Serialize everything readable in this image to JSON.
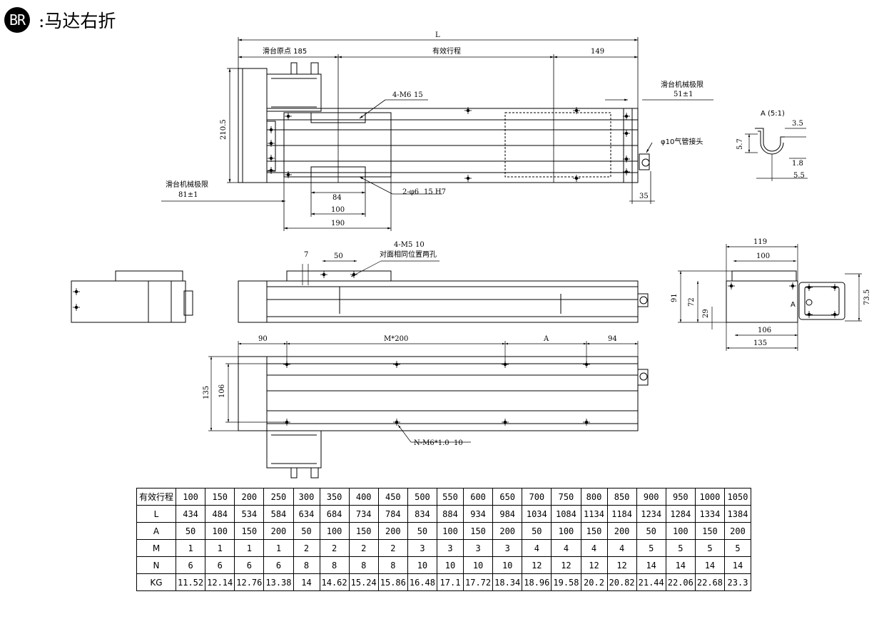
{
  "header": {
    "badge": "BR",
    "title": ":马达右折"
  },
  "top_view": {
    "overall_length": "L",
    "slide_origin": "滑台原点 185",
    "effective_stroke": "有效行程",
    "right_offset": "149",
    "mech_limit_right": "滑台机械极限",
    "mech_limit_right_value": "51±1",
    "height_dim": "210.5",
    "hole_spec_top": "4-M6",
    "hole_spec_top_depth": "15",
    "pin_spec": "2-φ6",
    "pin_spec_depth": "15 H7",
    "mech_limit_left": "滑台机械极限",
    "mech_limit_left_value": "81±1",
    "dim_84": "84",
    "dim_100": "100",
    "dim_190": "190",
    "dim_35": "35",
    "air_fitting": "φ10气管接头"
  },
  "detail_a": {
    "title": "A (5:1)",
    "dim_35": "3.5",
    "dim_57": "5.7",
    "dim_18": "1.8",
    "dim_55": "5.5"
  },
  "side_view": {
    "hole_spec": "4-M5",
    "hole_spec_depth": "10",
    "hole_note": "对面相同位置两孔",
    "dim_7": "7",
    "dim_50": "50"
  },
  "end_view": {
    "dim_119": "119",
    "dim_100": "100",
    "dim_91": "91",
    "dim_72": "72",
    "dim_29": "29",
    "dim_735": "73.5",
    "dim_106": "106",
    "dim_135": "135",
    "label_a": "A"
  },
  "bottom_view": {
    "dim_90": "90",
    "dim_m200": "M*200",
    "dim_a": "A",
    "dim_94": "94",
    "dim_135": "135",
    "dim_106": "106",
    "hole_spec": "N-M6*1.0",
    "hole_spec_depth": "10"
  },
  "spec_table": {
    "rows": [
      {
        "label": "有效行程",
        "values": [
          "100",
          "150",
          "200",
          "250",
          "300",
          "350",
          "400",
          "450",
          "500",
          "550",
          "600",
          "650",
          "700",
          "750",
          "800",
          "850",
          "900",
          "950",
          "1000",
          "1050"
        ]
      },
      {
        "label": "L",
        "values": [
          "434",
          "484",
          "534",
          "584",
          "634",
          "684",
          "734",
          "784",
          "834",
          "884",
          "934",
          "984",
          "1034",
          "1084",
          "1134",
          "1184",
          "1234",
          "1284",
          "1334",
          "1384"
        ]
      },
      {
        "label": "A",
        "values": [
          "50",
          "100",
          "150",
          "200",
          "50",
          "100",
          "150",
          "200",
          "50",
          "100",
          "150",
          "200",
          "50",
          "100",
          "150",
          "200",
          "50",
          "100",
          "150",
          "200"
        ]
      },
      {
        "label": "M",
        "values": [
          "1",
          "1",
          "1",
          "1",
          "2",
          "2",
          "2",
          "2",
          "3",
          "3",
          "3",
          "3",
          "4",
          "4",
          "4",
          "4",
          "5",
          "5",
          "5",
          "5"
        ]
      },
      {
        "label": "N",
        "values": [
          "6",
          "6",
          "6",
          "6",
          "8",
          "8",
          "8",
          "8",
          "10",
          "10",
          "10",
          "10",
          "12",
          "12",
          "12",
          "12",
          "14",
          "14",
          "14",
          "14"
        ]
      },
      {
        "label": "KG",
        "values": [
          "11.52",
          "12.14",
          "12.76",
          "13.38",
          "14",
          "14.62",
          "15.24",
          "15.86",
          "16.48",
          "17.1",
          "17.72",
          "18.34",
          "18.96",
          "19.58",
          "20.2",
          "20.82",
          "21.44",
          "22.06",
          "22.68",
          "23.3"
        ]
      }
    ]
  }
}
